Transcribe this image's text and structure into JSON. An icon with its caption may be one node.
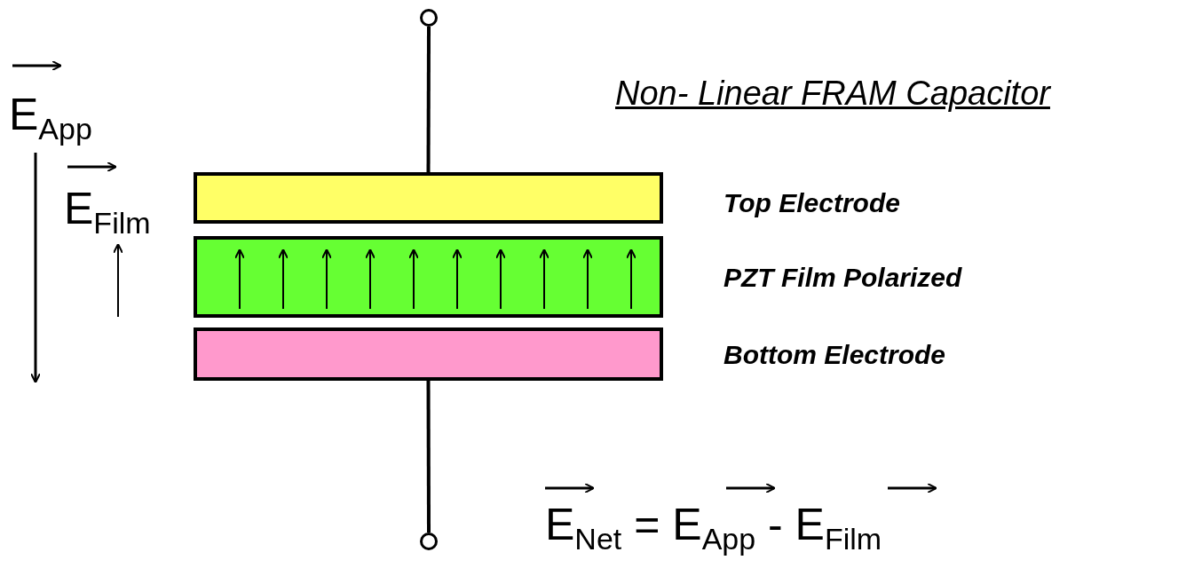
{
  "diagram": {
    "title": "Non- Linear FRAM Capacitor",
    "nodes": [
      {
        "text": [],
        "shape": "circle"
      },
      {
        "text": [
          "Top Electrode"
        ]
      },
      {
        "text": [
          "PZT Film Polarized"
        ]
      },
      {
        "text": [
          "Bottom Electrode"
        ]
      },
      {
        "text": [],
        "shape": "circle"
      }
    ],
    "edges": [
      {
        "from": 0,
        "to": 1,
        "arrow": "none"
      },
      {
        "from": 3,
        "to": 4,
        "arrow": "none"
      }
    ],
    "labels": [
      "E$_{App}$",
      "E$_{Film}$",
      "E$_{Net}$ = E$_{App}$ - E$_{Film}$"
    ]
  }
}
